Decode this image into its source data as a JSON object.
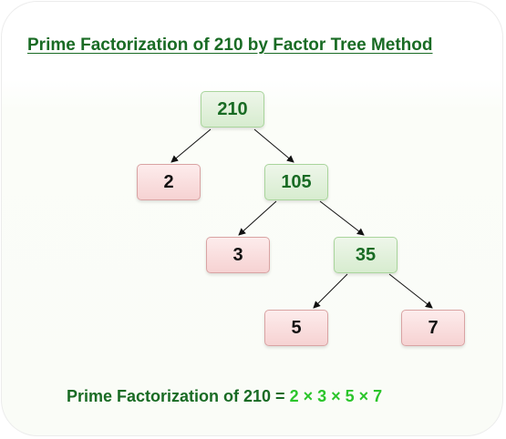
{
  "title": "Prime Factorization of 210 by Factor Tree Method",
  "tree": {
    "root": "210",
    "left_1": "2",
    "right_1": "105",
    "left_2": "3",
    "right_2": "35",
    "left_3": "5",
    "right_3": "7"
  },
  "result": {
    "label": "Prime Factorization of 210 = ",
    "value": "2 × 3 × 5 × 7"
  },
  "colors": {
    "title_green": "#196b24",
    "result_green": "#2bc52b",
    "composite_fill": "#d7eccf",
    "prime_fill": "#f6d2d2"
  }
}
